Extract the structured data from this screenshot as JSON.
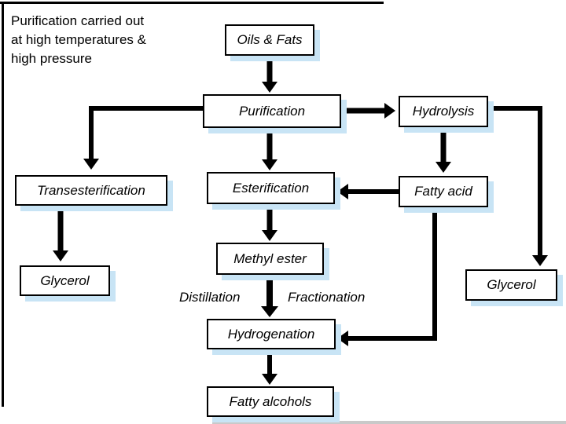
{
  "note": {
    "line1": "Purification carried out",
    "line2": "at high temperatures &",
    "line3": "high pressure"
  },
  "nodes": {
    "oils_fats": "Oils & Fats",
    "purification": "Purification",
    "hydrolysis": "Hydrolysis",
    "transesterification": "Transesterification",
    "esterification": "Esterification",
    "fatty_acid": "Fatty acid",
    "glycerol_left": "Glycerol",
    "methyl_ester": "Methyl ester",
    "hydrogenation": "Hydrogenation",
    "fatty_alcohols": "Fatty alcohols",
    "glycerol_right": "Glycerol"
  },
  "process_labels": {
    "distillation": "Distillation",
    "fractionation": "Fractionation"
  },
  "edges": [
    {
      "from": "Oils & Fats",
      "to": "Purification"
    },
    {
      "from": "Purification",
      "to": "Hydrolysis"
    },
    {
      "from": "Purification",
      "to": "Esterification"
    },
    {
      "from": "Purification",
      "to": "Transesterification"
    },
    {
      "from": "Transesterification",
      "to": "Glycerol (left)"
    },
    {
      "from": "Hydrolysis",
      "to": "Fatty acid"
    },
    {
      "from": "Hydrolysis",
      "to": "Glycerol (right)"
    },
    {
      "from": "Fatty acid",
      "to": "Esterification"
    },
    {
      "from": "Esterification",
      "to": "Methyl ester"
    },
    {
      "from": "Methyl ester",
      "to": "Hydrogenation",
      "labels": [
        "Distillation",
        "Fractionation"
      ]
    },
    {
      "from": "Fatty acid",
      "to": "Hydrogenation"
    },
    {
      "from": "Hydrogenation",
      "to": "Fatty alcohols"
    }
  ],
  "colors": {
    "box_fill": "#ffffff",
    "box_border": "#000000",
    "box_shadow": "#c8e4f5",
    "arrow": "#000000",
    "frame": "#000000",
    "bottom_strip": "#c9c9c9"
  }
}
